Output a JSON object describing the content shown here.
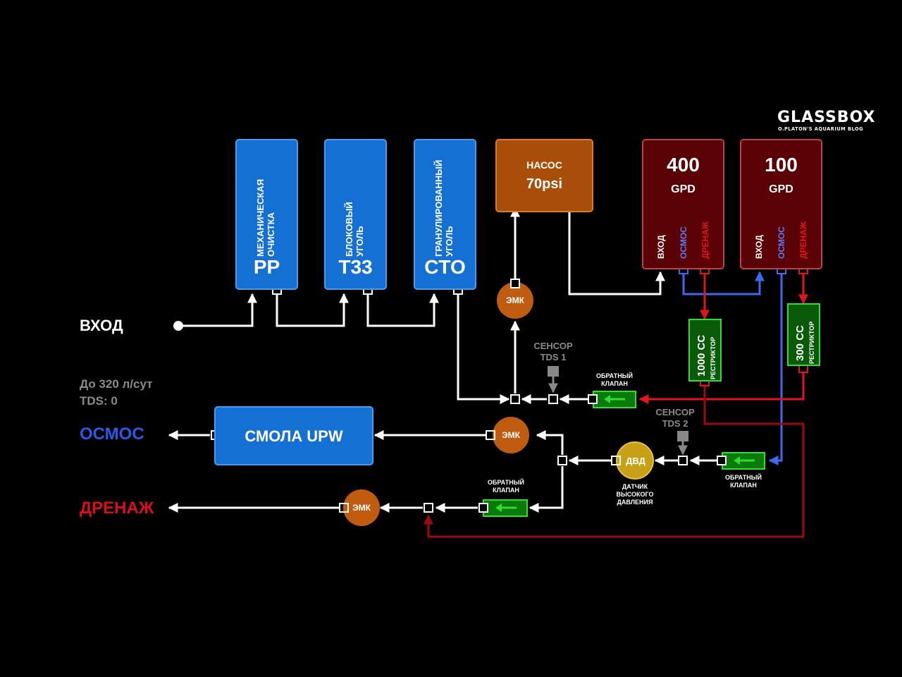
{
  "logo": {
    "name": "GLASSBOX",
    "tagline": "O.PLATON'S AQUARIUM BLOG"
  },
  "filters": {
    "pp": {
      "desc": [
        "МЕХАНИЧЕСКАЯ",
        "ОЧИСТКА"
      ],
      "name": "PP"
    },
    "t33": {
      "desc": [
        "БЛОКОВЫЙ",
        "УГОЛЬ"
      ],
      "name": "T33"
    },
    "cto": {
      "desc": [
        "ГРАНУЛИРОВАННЫЙ",
        "УГОЛЬ"
      ],
      "name": "CTO"
    }
  },
  "pump": {
    "title": "НАСОС",
    "pressure": "70psi"
  },
  "membranes": [
    {
      "value": "400",
      "unit": "GPD",
      "port_in": "ВХОД",
      "port_osmos": "ОСМОС",
      "port_drain": "ДРЕНАЖ"
    },
    {
      "value": "100",
      "unit": "GPD",
      "port_in": "ВХОД",
      "port_osmos": "ОСМОС",
      "port_drain": "ДРЕНАЖ"
    }
  ],
  "restrictors": [
    {
      "value": "1000 CC",
      "label": "РЕСТРИКТОР"
    },
    {
      "value": "300 CC",
      "label": "РЕСТРИКТОР"
    }
  ],
  "labels": {
    "input": "ВХОД",
    "capacity": "До 320 л/сут",
    "tds": "TDS: 0",
    "osmos": "ОСМОС",
    "drain": "ДРЕНАЖ"
  },
  "resin": "СМОЛА UPW",
  "valves": {
    "emk": "ЭМК",
    "dvd": "ДВД"
  },
  "sensors": {
    "tds1": [
      "СЕНСОР",
      "TDS 1"
    ],
    "tds2": [
      "СЕНСОР",
      "TDS 2"
    ]
  },
  "check_valve": [
    "ОБРАТНЫЙ",
    "КЛАПАН"
  ],
  "pressure_sensor": [
    "ДАТЧИК",
    "ВЫСОКОГО",
    "ДАВЛЕНИЯ"
  ],
  "colors": {
    "osmos_blue": "#2a5ae8",
    "drain_red": "#d8101a",
    "filter_blue": "#1570d4",
    "pump_orange": "#a84e08",
    "membrane_dark_red": "#5a0206",
    "restrictor_green": "#0a5a0a",
    "emk_orange": "#c05c10",
    "dvd_yellow": "#c8a018"
  }
}
